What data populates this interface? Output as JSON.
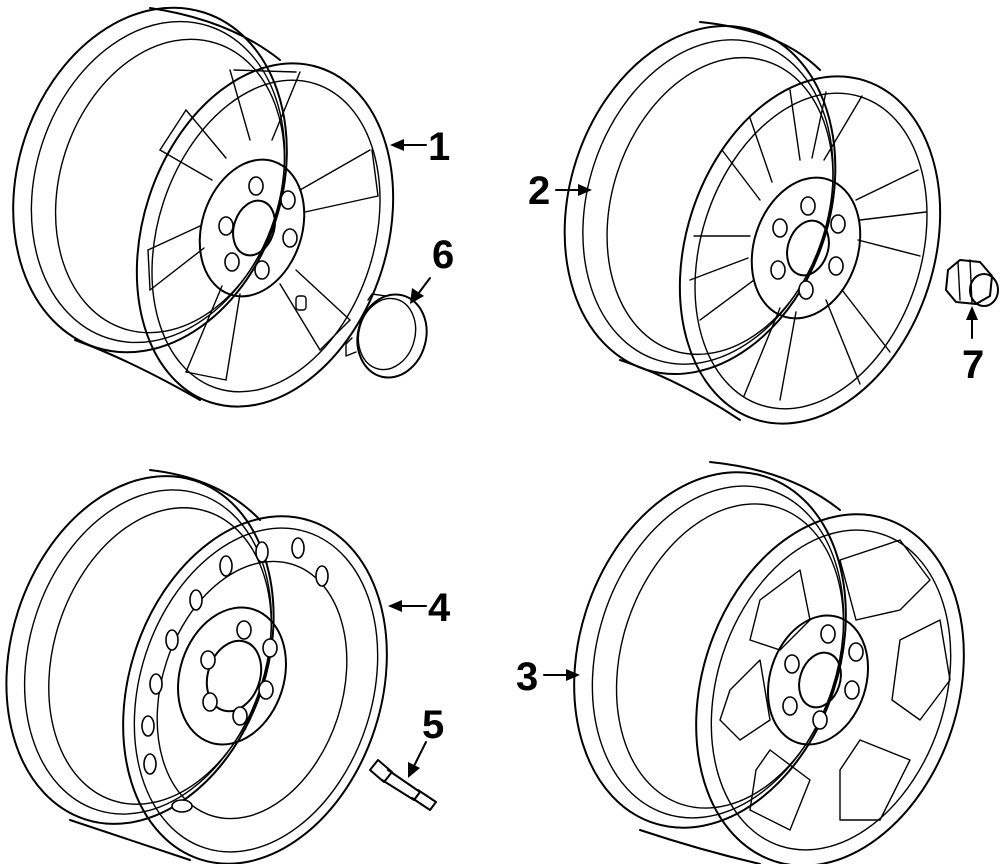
{
  "callouts": [
    {
      "id": "wheel-1",
      "label": "1"
    },
    {
      "id": "wheel-2",
      "label": "2"
    },
    {
      "id": "wheel-3",
      "label": "3"
    },
    {
      "id": "wheel-4",
      "label": "4"
    },
    {
      "id": "valve-stem-5",
      "label": "5"
    },
    {
      "id": "center-cap-6",
      "label": "6"
    },
    {
      "id": "lug-nut-7",
      "label": "7"
    }
  ]
}
